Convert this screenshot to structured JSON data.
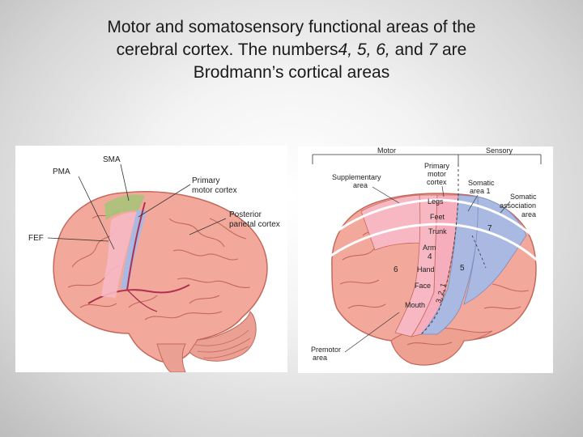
{
  "title": {
    "line1": "Motor and somatosensory functional areas of the",
    "line2_pre": "cerebral   cortex. The numbers",
    "line2_nums": "4, 5, 6,",
    "line2_and": " and ",
    "line2_seven": "7",
    "line2_post": " are",
    "line3": "Brodmann’s cortical areas"
  },
  "left_figure": {
    "labels": {
      "sma": "SMA",
      "pma": "PMA",
      "primary_motor": "Primary",
      "primary_motor_2": "motor cortex",
      "posterior": "Posterior",
      "posterior_2": "parietal cortex",
      "fef": "FEF"
    }
  },
  "right_figure": {
    "header": {
      "motor": "Motor",
      "sensory": "Sensory"
    },
    "labels": {
      "primary_motor_1": "Primary",
      "primary_motor_2": "motor",
      "primary_motor_3": "cortex",
      "supplementary_1": "Supplementary",
      "supplementary_2": "area",
      "somatic_1": "Somatic",
      "somatic_2": "area 1",
      "somatic_assoc_1": "Somatic",
      "somatic_assoc_2": "association",
      "somatic_assoc_3": "area",
      "legs": "Legs",
      "feet": "Feet",
      "trunk": "Trunk",
      "arm": "Arm",
      "hand": "Hand",
      "face": "Face",
      "mouth": "Mouth",
      "premotor_1": "Premotor",
      "premotor_2": "area"
    },
    "area_numbers": {
      "n4": "4",
      "n5": "5",
      "n6": "6",
      "n7": "7",
      "n321": "3, 2, 1"
    }
  },
  "colors": {
    "brain_pink": "#f2a99b",
    "gyrus_line": "#c4685c",
    "motor_pink": "#f7b8c4",
    "sensory_blue": "#a9b9e2",
    "sma_green": "#a9c37a"
  }
}
